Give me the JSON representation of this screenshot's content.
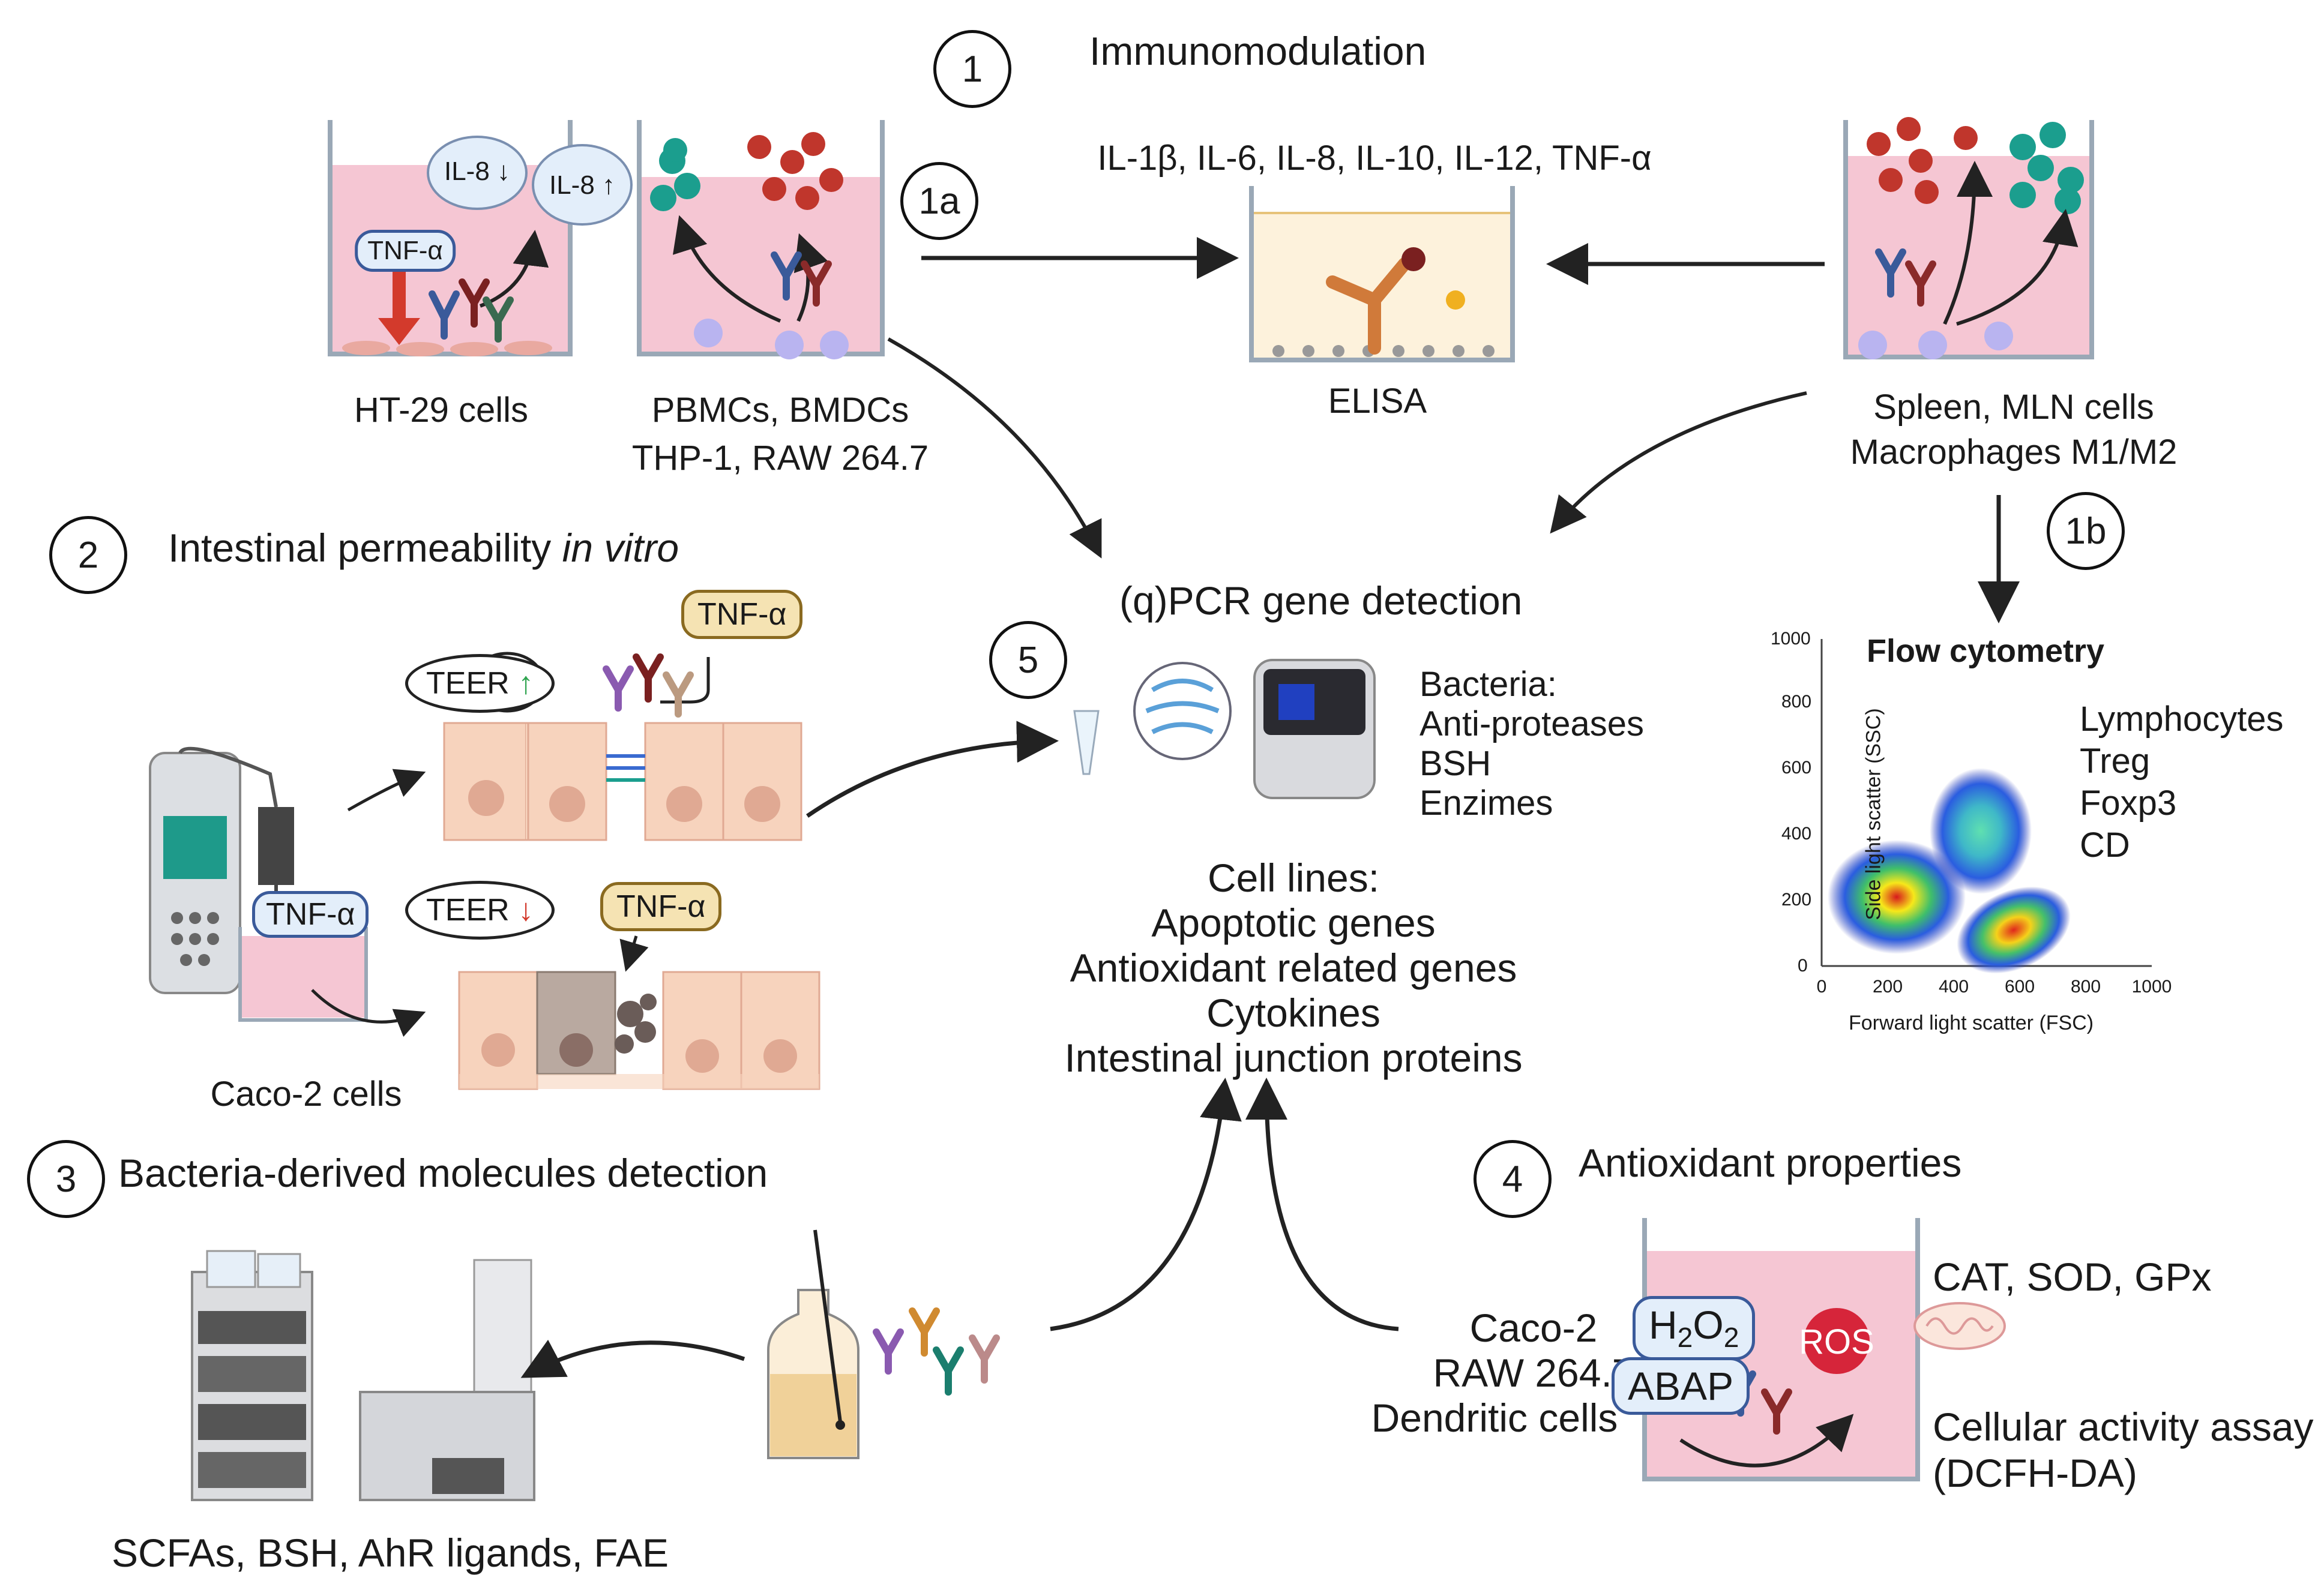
{
  "sections": {
    "s1": {
      "num": "1",
      "title": "Immunomodulation"
    },
    "s1a": {
      "num": "1a"
    },
    "s1b": {
      "num": "1b"
    },
    "s2": {
      "num": "2",
      "title": "Intestinal permeability ",
      "title_italic": "in vitro"
    },
    "s3": {
      "num": "3",
      "title": "Bacteria-derived molecules detection"
    },
    "s4": {
      "num": "4",
      "title": "Antioxidant properties"
    },
    "s5": {
      "num": "5",
      "title": "(q)PCR gene detection"
    }
  },
  "immuno": {
    "cytokines": "IL-1β, IL-6, IL-8, IL-10, IL-12, TNF-α",
    "elisa": "ELISA",
    "ht29": "HT-29 cells",
    "pbmc_line1": "PBMCs, BMDCs",
    "pbmc_line2": "THP-1, RAW 264.7",
    "spleen_line1": "Spleen, MLN cells",
    "spleen_line2": "Macrophages M1/M2",
    "il8_down": "IL-8 ↓",
    "il8_up": "IL-8 ↑",
    "tnf": "TNF-α"
  },
  "flow": {
    "title": "Flow cytometry",
    "xlabel": "Forward light scatter (FSC)",
    "ylabel": "Side light scatter (SSC)",
    "xticks": [
      "0",
      "200",
      "400",
      "600",
      "800",
      "1000"
    ],
    "yticks": [
      "0",
      "200",
      "400",
      "600",
      "800",
      "1000"
    ],
    "markers": [
      "Lymphocytes",
      "Treg",
      "Foxp3",
      "CD"
    ]
  },
  "perm": {
    "teer_up": "TEER ",
    "teer_up_arrow": "↑",
    "teer_down": "TEER ",
    "teer_down_arrow": "↓",
    "tnf": "TNF-α",
    "caco2": "Caco-2 cells"
  },
  "pcr": {
    "bacteria": [
      "Bacteria:",
      "Anti-proteases",
      "BSH",
      "Enzimes"
    ],
    "cell_lines": [
      "Cell lines:",
      "Apoptotic genes",
      "Antioxidant related genes",
      "Cytokines",
      "Intestinal junction proteins"
    ]
  },
  "bact": {
    "products": "SCFAs, BSH, AhR ligands, FAE"
  },
  "antiox": {
    "cells": [
      "Caco-2",
      "RAW 264.7",
      "Dendritic cells"
    ],
    "h2o2": "H",
    "h2o2_sub1": "2",
    "h2o2_o": "O",
    "h2o2_sub2": "2",
    "abap": "ABAP",
    "ros": "ROS",
    "enzymes": "CAT, SOD, GPx",
    "assay_line1": "Cellular activity assay",
    "assay_line2": "(DCFH-DA)"
  },
  "colors": {
    "well_fill": "#f5c6d3",
    "cell_fill": "#f7d3bd",
    "nucleus": "#e0a993",
    "red_dot": "#c0362c",
    "teal_dot": "#1b9e8e",
    "arrow_red": "#d33a2c",
    "ros_red": "#d6253a",
    "bubble_blue": "#e3eefa",
    "tnf_gold": "#f5e3b3"
  }
}
